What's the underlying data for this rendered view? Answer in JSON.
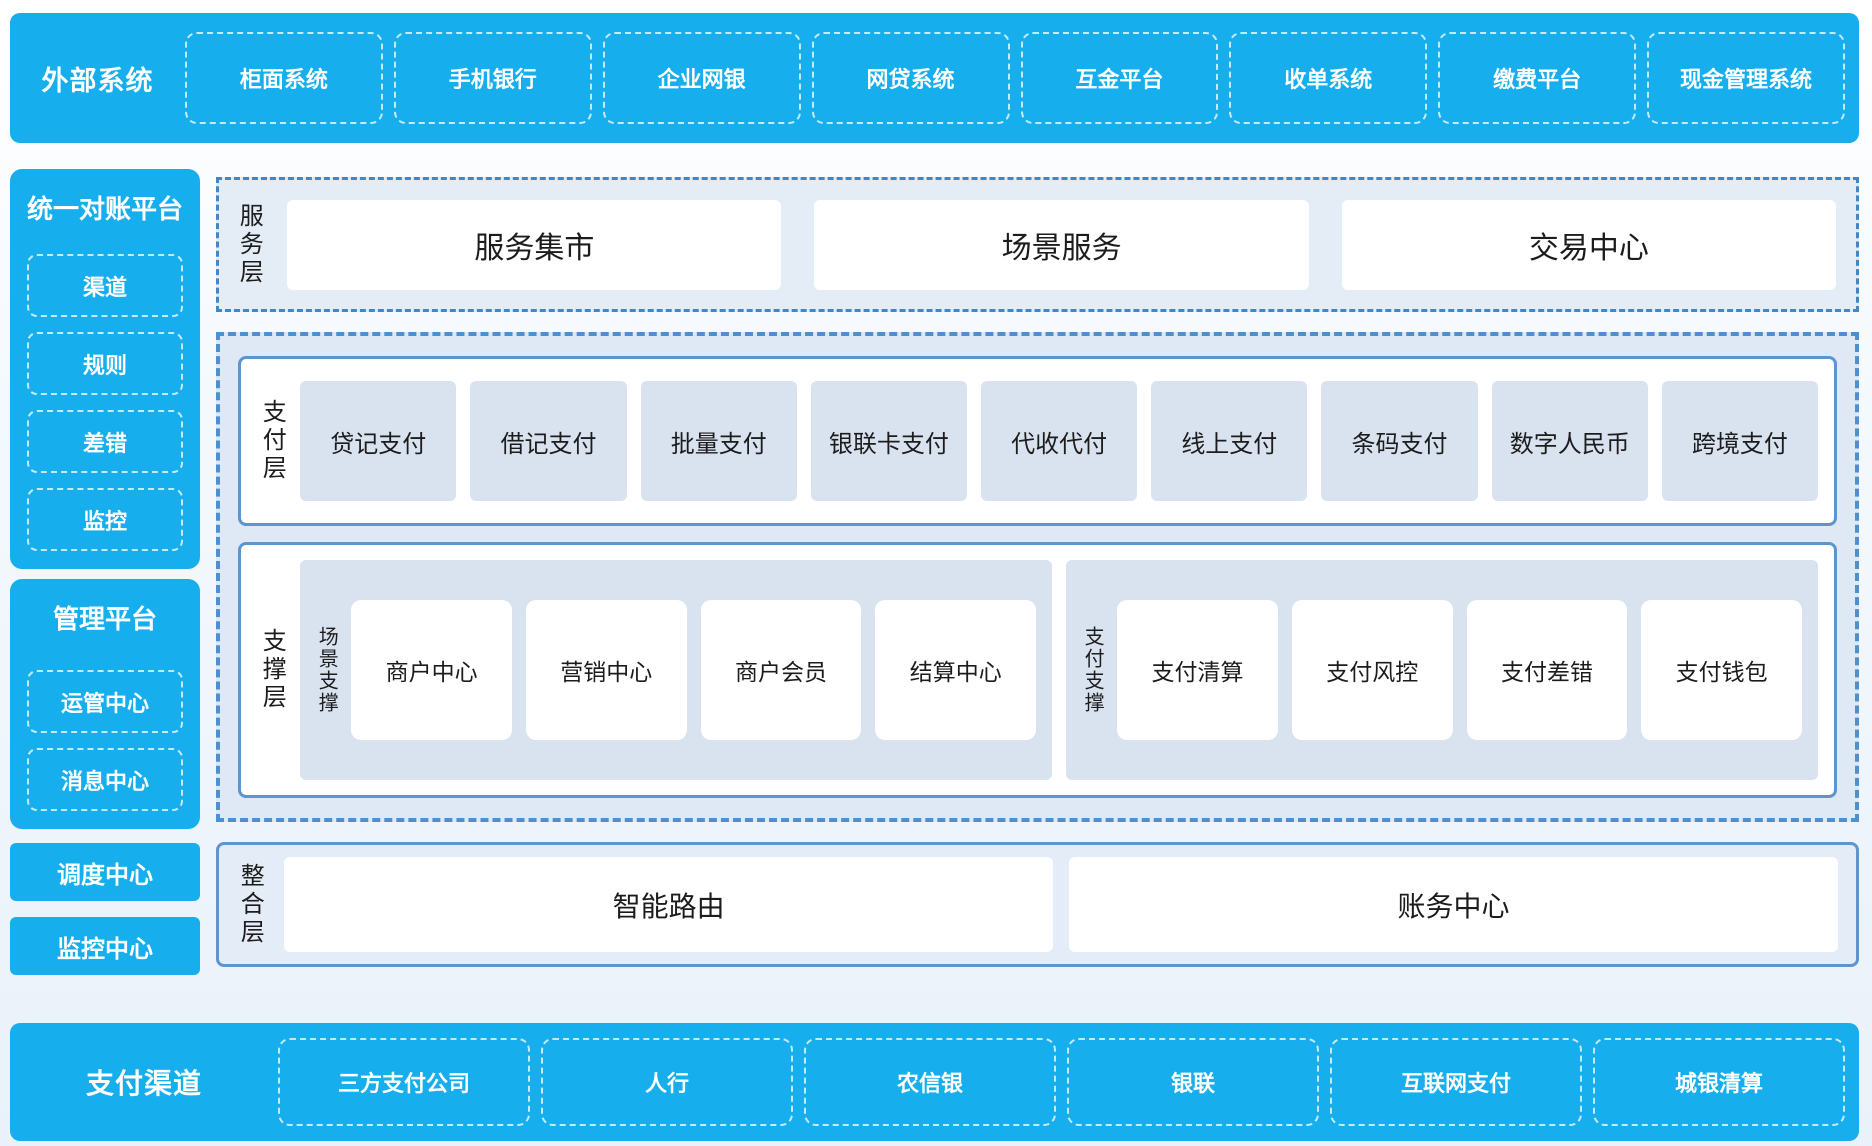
{
  "colors": {
    "accent_blue": "#16aeec",
    "dashed_border_blue": "#4e8fcf",
    "solid_border_blue": "#5d95cf",
    "layer_bg_light": "#dfe9f5",
    "item_bg_bluegray": "#d9e3f0",
    "text_dark": "#1c1c1c",
    "text_white": "#ffffff"
  },
  "top_bar": {
    "title": "外部系统",
    "items": [
      "柜面系统",
      "手机银行",
      "企业网银",
      "网贷系统",
      "互金平台",
      "收单系统",
      "缴费平台",
      "现金管理系统"
    ]
  },
  "sidebar": {
    "reconciliation_platform": {
      "title": "统一对账平台",
      "items": [
        "渠道",
        "规则",
        "差错",
        "监控"
      ]
    },
    "management_platform": {
      "title": "管理平台",
      "items": [
        "运管中心",
        "消息中心"
      ]
    },
    "standalone": [
      "调度中心",
      "监控中心"
    ]
  },
  "service_layer": {
    "label": "服务层",
    "items": [
      "服务集市",
      "场景服务",
      "交易中心"
    ]
  },
  "payment_layer": {
    "label": "支付层",
    "items": [
      "贷记支付",
      "借记支付",
      "批量支付",
      "银联卡支付",
      "代收代付",
      "线上支付",
      "条码支付",
      "数字人民币",
      "跨境支付"
    ]
  },
  "support_layer": {
    "label": "支撑层",
    "groups": [
      {
        "label": "场景支撑",
        "items": [
          "商户中心",
          "营销中心",
          "商户会员",
          "结算中心"
        ]
      },
      {
        "label": "支付支撑",
        "items": [
          "支付清算",
          "支付风控",
          "支付差错",
          "支付钱包"
        ]
      }
    ]
  },
  "integration_layer": {
    "label": "整合层",
    "items": [
      "智能路由",
      "账务中心"
    ]
  },
  "bottom_bar": {
    "title": "支付渠道",
    "items": [
      "三方支付公司",
      "人行",
      "农信银",
      "银联",
      "互联网支付",
      "城银清算"
    ]
  }
}
